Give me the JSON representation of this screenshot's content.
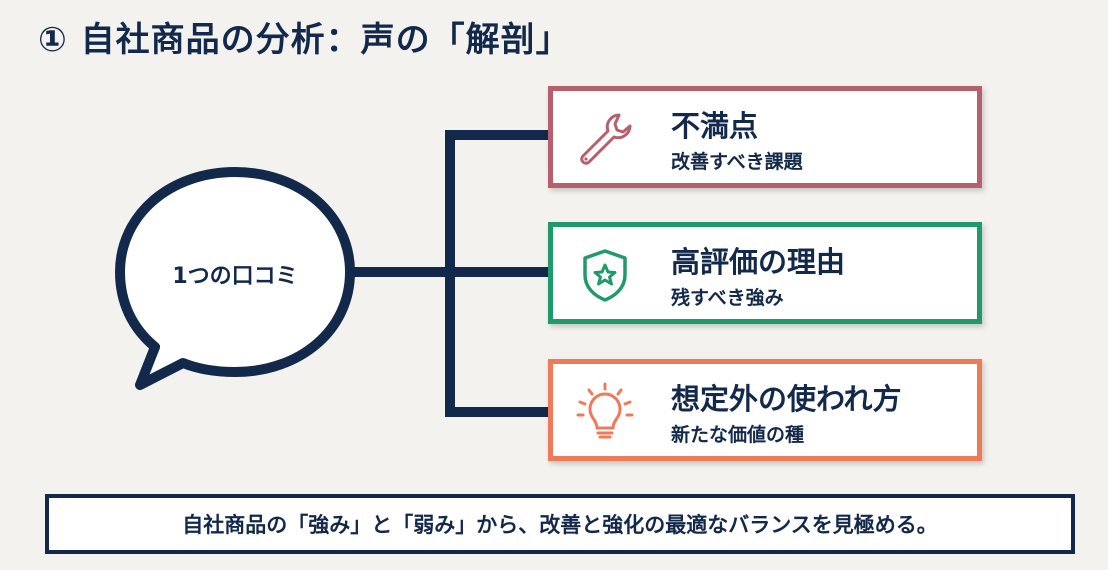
{
  "title": "① 自社商品の分析：声の「解剖」",
  "bubble": {
    "label": "1つの口コミ"
  },
  "cards": [
    {
      "title": "不満点",
      "subtitle": "改善すべき課題",
      "icon": "wrench-icon",
      "color": "#b5606a"
    },
    {
      "title": "高評価の理由",
      "subtitle": "残すべき強み",
      "icon": "shield-star-icon",
      "color": "#1f9a6a"
    },
    {
      "title": "想定外の使われ方",
      "subtitle": "新たな価値の種",
      "icon": "lightbulb-icon",
      "color": "#ef7a58"
    }
  ],
  "summary": "自社商品の「強み」と「弱み」から、改善と強化の最適なバランスを見極める。",
  "colors": {
    "navy": "#13294b",
    "background": "#f3f2ee"
  }
}
